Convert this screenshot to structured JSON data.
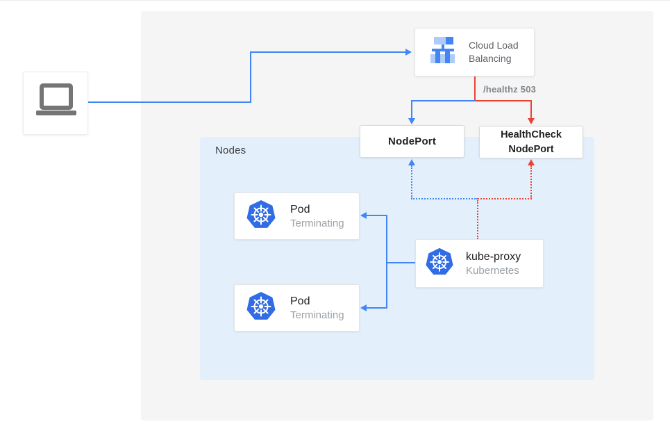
{
  "colors": {
    "blue": "#4285f4",
    "red": "#ea4335",
    "k8s_blue": "#326ce5",
    "nodes_bg": "#e3f0fc",
    "panel_bg": "#f5f5f6",
    "gray_icon": "#757575",
    "light_blue_icon": "#aecbfa"
  },
  "client": {
    "icon": "laptop-icon"
  },
  "load_balancer": {
    "label": "Cloud Load Balancing",
    "icon": "load-balancer-icon"
  },
  "healthz_label": "/healthz 503",
  "nodeport": {
    "label": "NodePort"
  },
  "healthcheck_nodeport": {
    "label": "HealthCheck NodePort"
  },
  "nodes_group": {
    "label": "Nodes"
  },
  "pods": [
    {
      "title": "Pod",
      "status": "Terminating",
      "icon": "kubernetes-icon"
    },
    {
      "title": "Pod",
      "status": "Terminating",
      "icon": "kubernetes-icon"
    }
  ],
  "kube_proxy": {
    "title": "kube-proxy",
    "subtitle": "Kubernetes",
    "icon": "kubernetes-icon"
  }
}
